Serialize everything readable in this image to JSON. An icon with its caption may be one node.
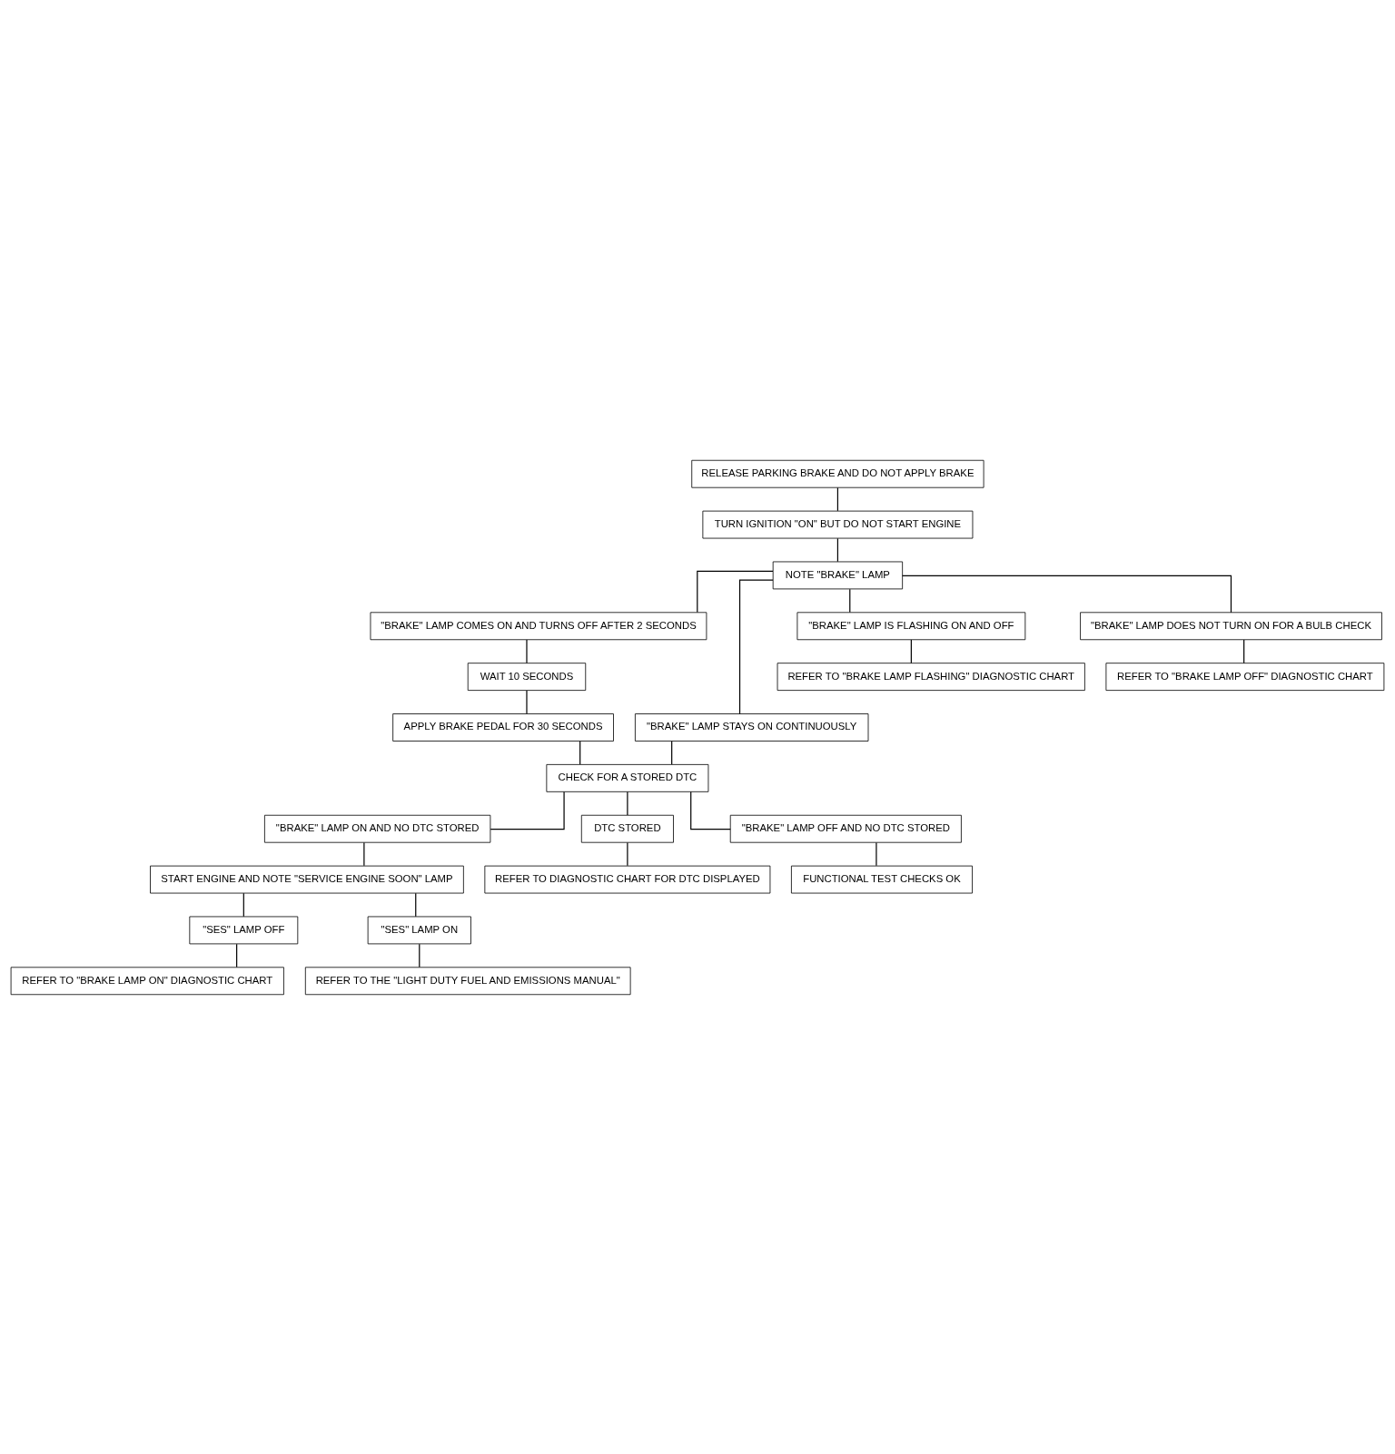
{
  "diagram": {
    "nodes": [
      {
        "text": [
          "RELEASE PARKING BRAKE AND DO NOT APPLY BRAKE"
        ]
      },
      {
        "text": [
          "TURN IGNITION \"ON\" BUT DO NOT START ENGINE"
        ]
      },
      {
        "text": [
          "NOTE \"BRAKE\" LAMP"
        ]
      },
      {
        "text": [
          "\"BRAKE\" LAMP COMES ON AND TURNS OFF AFTER 2 SECONDS"
        ]
      },
      {
        "text": [
          "\"BRAKE\" LAMP STAYS ON CONTINUOUSLY"
        ]
      },
      {
        "text": [
          "\"BRAKE\" LAMP IS FLASHING ON AND OFF"
        ]
      },
      {
        "text": [
          "\"BRAKE\" LAMP DOES NOT TURN ON FOR A BULB CHECK"
        ]
      },
      {
        "text": [
          "WAIT 10 SECONDS"
        ]
      },
      {
        "text": [
          "REFER TO \"BRAKE LAMP FLASHING\" DIAGNOSTIC CHART"
        ]
      },
      {
        "text": [
          "REFER TO \"BRAKE LAMP OFF\" DIAGNOSTIC CHART"
        ]
      },
      {
        "text": [
          "APPLY BRAKE PEDAL FOR 30 SECONDS"
        ]
      },
      {
        "text": [
          "CHECK FOR A STORED DTC"
        ]
      },
      {
        "text": [
          "\"BRAKE\" LAMP ON AND NO DTC STORED"
        ]
      },
      {
        "text": [
          "DTC STORED"
        ]
      },
      {
        "text": [
          "\"BRAKE\" LAMP OFF AND NO DTC STORED"
        ]
      },
      {
        "text": [
          "START ENGINE AND NOTE \"SERVICE ENGINE SOON\" LAMP"
        ]
      },
      {
        "text": [
          "REFER TO DIAGNOSTIC CHART FOR DTC DISPLAYED"
        ]
      },
      {
        "text": [
          "FUNCTIONAL TEST CHECKS OK"
        ]
      },
      {
        "text": [
          "\"SES\" LAMP OFF"
        ]
      },
      {
        "text": [
          "\"SES\" LAMP ON"
        ]
      },
      {
        "text": [
          "REFER TO \"BRAKE LAMP ON\" DIAGNOSTIC CHART"
        ]
      },
      {
        "text": [
          "REFER TO THE \"LIGHT DUTY FUEL AND EMISSIONS MANUAL\""
        ]
      }
    ],
    "edges": [
      {
        "from": 0,
        "to": 1,
        "arrow": "none"
      },
      {
        "from": 1,
        "to": 2,
        "arrow": "none"
      },
      {
        "from": 2,
        "to": 3,
        "arrow": "none"
      },
      {
        "from": 2,
        "to": 4,
        "arrow": "none"
      },
      {
        "from": 2,
        "to": 5,
        "arrow": "none"
      },
      {
        "from": 2,
        "to": 6,
        "arrow": "none"
      },
      {
        "from": 3,
        "to": 7,
        "arrow": "none"
      },
      {
        "from": 5,
        "to": 8,
        "arrow": "none"
      },
      {
        "from": 6,
        "to": 9,
        "arrow": "none"
      },
      {
        "from": 7,
        "to": 10,
        "arrow": "none"
      },
      {
        "from": 10,
        "to": 11,
        "arrow": "none"
      },
      {
        "from": 4,
        "to": 11,
        "arrow": "none"
      },
      {
        "from": 11,
        "to": 12,
        "arrow": "none"
      },
      {
        "from": 11,
        "to": 13,
        "arrow": "none"
      },
      {
        "from": 11,
        "to": 14,
        "arrow": "none"
      },
      {
        "from": 12,
        "to": 15,
        "arrow": "none"
      },
      {
        "from": 13,
        "to": 16,
        "arrow": "none"
      },
      {
        "from": 14,
        "to": 17,
        "arrow": "none"
      },
      {
        "from": 15,
        "to": 18,
        "arrow": "none"
      },
      {
        "from": 15,
        "to": 19,
        "arrow": "none"
      },
      {
        "from": 18,
        "to": 20,
        "arrow": "none"
      },
      {
        "from": 19,
        "to": 21,
        "arrow": "none"
      }
    ]
  }
}
